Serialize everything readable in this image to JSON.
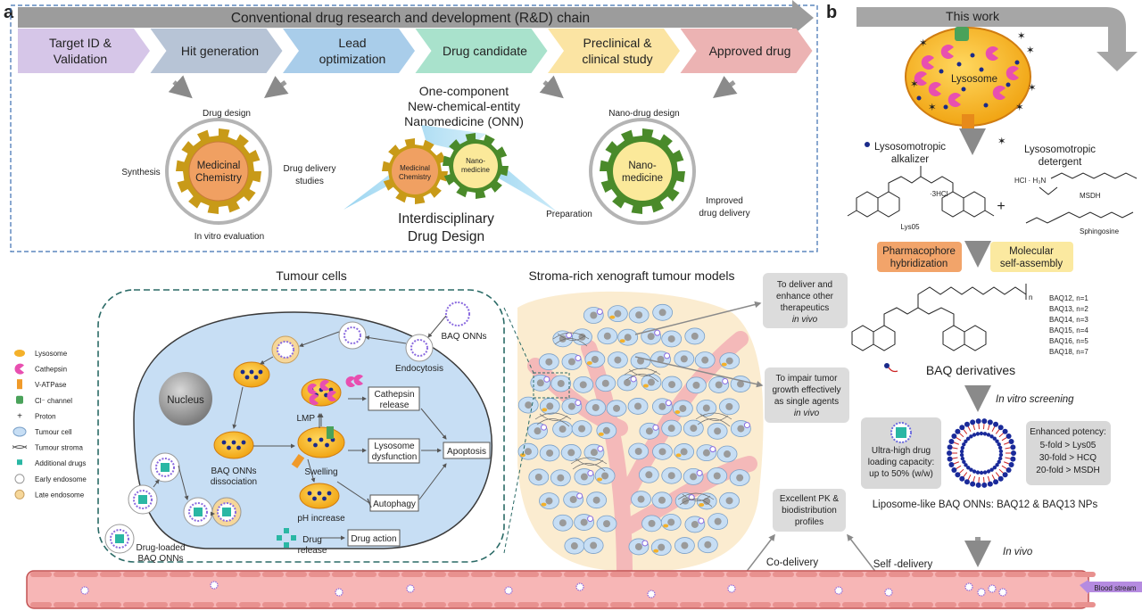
{
  "panel_a": {
    "letter": "a",
    "chain_title": "Conventional drug research and development (R&D) chain",
    "stages": [
      {
        "line1": "Target ID &",
        "line2": "Validation",
        "color": "#d6c6e8"
      },
      {
        "line1": "Hit generation",
        "line2": "",
        "color": "#b7c4d6"
      },
      {
        "line1": "Lead",
        "line2": "optimization",
        "color": "#a9cdea"
      },
      {
        "line1": "Drug candidate",
        "line2": "",
        "color": "#a9e2cc"
      },
      {
        "line1": "Preclinical &",
        "line2": "clinical study",
        "color": "#fbe4a3"
      },
      {
        "line1": "Approved drug",
        "line2": "",
        "color": "#ecb3b3"
      }
    ],
    "med_chem": {
      "center_line1": "Medicinal",
      "center_line2": "Chemistry",
      "top": "Drug design",
      "left": "Synthesis",
      "right_line1": "Drug delivery",
      "right_line2": "studies",
      "bottom": "In vitro evaluation"
    },
    "onn": {
      "line1": "One-component",
      "line2": "New-chemical-entity",
      "line3": "Nanomedicine (ONN)",
      "gear1_line1": "Medicinal",
      "gear1_line2": "Chemistry",
      "gear2_line1": "Nano-",
      "gear2_line2": "medicine",
      "bottom_line1": "Interdisciplinary",
      "bottom_line2": "Drug Design"
    },
    "nano": {
      "center_line1": "Nano-",
      "center_line2": "medicine",
      "top": "Nano-drug design",
      "left": "Preparation",
      "right_line1": "Improved",
      "right_line2": "drug delivery"
    }
  },
  "panel_b": {
    "letter": "b",
    "title": "This work",
    "lysosome": "Lysosome",
    "alkalizer_line1": "Lysosomotropic",
    "alkalizer_line2": "alkalizer",
    "detergent_line1": "Lysosomotropic",
    "detergent_line2": "detergent",
    "lys05": "Lys05",
    "hcl3": "·3HCl",
    "hcl_h3n": "HCl · H₃N",
    "msdh": "MSDH",
    "sphingosine": "Sphingosine",
    "plus": "+",
    "pharmacophore_line1": "Pharmacophore",
    "pharmacophore_line2": "hybridization",
    "self_assembly_line1": "Molecular",
    "self_assembly_line2": "self-assembly",
    "n_label": "n",
    "baq_list": [
      "BAQ12,  n=1",
      "BAQ13,  n=2",
      "BAQ14,  n=3",
      "BAQ15,  n=4",
      "BAQ16,  n=5",
      "BAQ18,  n=7"
    ],
    "baq_derivatives": "BAQ derivatives",
    "in_vitro": "In vitro screening",
    "loading_line1": "Ultra-high drug",
    "loading_line2": "loading capacity:",
    "loading_line3": "up to 50% (w/w)",
    "potency_title": "Enhanced potency:",
    "potency_items": [
      "5-fold > Lys05",
      "30-fold > HCQ",
      "20-fold > MSDH"
    ],
    "liposome_like": "Liposome-like BAQ ONNs: BAQ12 & BAQ13 NPs",
    "in_vivo": "In vivo"
  },
  "panel_c": {
    "tumour_cells": "Tumour cells",
    "stroma_title": "Stroma-rich xenograft tumour models",
    "legend": [
      {
        "label": "Lysosome",
        "icon": "lysosome-icon"
      },
      {
        "label": "Cathepsin",
        "icon": "cathepsin-icon"
      },
      {
        "label": "V-ATPase",
        "icon": "v-atpase-icon"
      },
      {
        "label": "Cl⁻ channel",
        "icon": "cl-channel-icon"
      },
      {
        "label": "Proton",
        "icon": "proton-icon"
      },
      {
        "label": "Tumour cell",
        "icon": "tumour-cell-icon"
      },
      {
        "label": "Tumour stroma",
        "icon": "tumour-stroma-icon"
      },
      {
        "label": "Additional drugs",
        "icon": "additional-drugs-icon"
      },
      {
        "label": "Early endosome",
        "icon": "early-endosome-icon"
      },
      {
        "label": "Late endosome",
        "icon": "late-endosome-icon"
      }
    ],
    "nucleus": "Nucleus",
    "baq_onns": "BAQ ONNs",
    "endocytosis": "Endocytosis",
    "cathepsin_release_line1": "Cathepsin",
    "cathepsin_release_line2": "release",
    "lmp": "LMP",
    "lysosome_dysfunction_line1": "Lysosome",
    "lysosome_dysfunction_line2": "dysfunction",
    "apoptosis": "Apoptosis",
    "dissociation_line1": "BAQ ONNs",
    "dissociation_line2": "dissociation",
    "swelling": "Swelling",
    "autophagy": "Autophagy",
    "ph_increase": "pH increase",
    "drug_release_line1": "Drug",
    "drug_release_line2": "release",
    "drug_action": "Drug action",
    "drug_loaded_line1": "Drug-loaded",
    "drug_loaded_line2": "BAQ ONNs",
    "deliver_line1": "To deliver and",
    "deliver_line2": "enhance other",
    "deliver_line3": "therapeutics",
    "deliver_line4": "in vivo",
    "impair_line1": "To impair tumor",
    "impair_line2": "growth effectively",
    "impair_line3": "as single agents",
    "impair_line4": "in vivo",
    "pk_line1": "Excellent PK &",
    "pk_line2": "biodistribution",
    "pk_line3": "profiles",
    "co_delivery": "Co-delivery",
    "self_delivery": "Self -delivery",
    "blood_stream": "Blood stream"
  }
}
